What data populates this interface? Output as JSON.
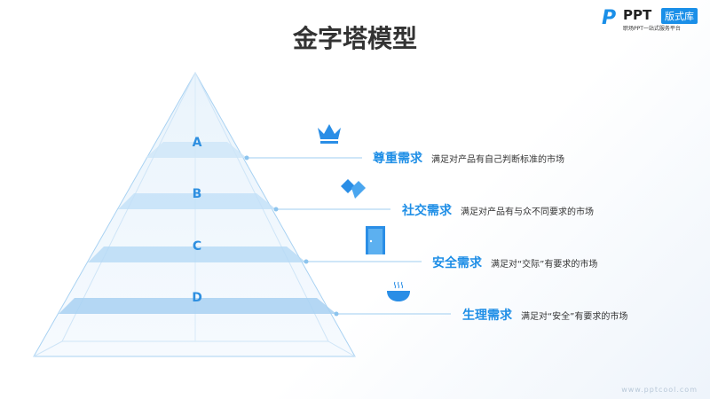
{
  "title": "金字塔模型",
  "logo": {
    "p": "P",
    "ppt": "PPT",
    "badge": "版式库",
    "sub": "职场PPT一站式服务平台"
  },
  "levels": [
    {
      "letter": "A",
      "heading": "尊重需求",
      "desc": "满足对产品有自己判断标准的市场",
      "icon": "crown-icon"
    },
    {
      "letter": "B",
      "heading": "社交需求",
      "desc": "满足对产品有与众不同要求的市场",
      "icon": "handshake-icon"
    },
    {
      "letter": "C",
      "heading": "安全需求",
      "desc": "满足对“交际”有要求的市场",
      "icon": "door-icon"
    },
    {
      "letter": "D",
      "heading": "生理需求",
      "desc": "满足对“安全”有要求的市场",
      "icon": "bowl-icon"
    }
  ],
  "watermark": "www.pptcool.com",
  "colors": {
    "accent": "#1e8ee6"
  }
}
